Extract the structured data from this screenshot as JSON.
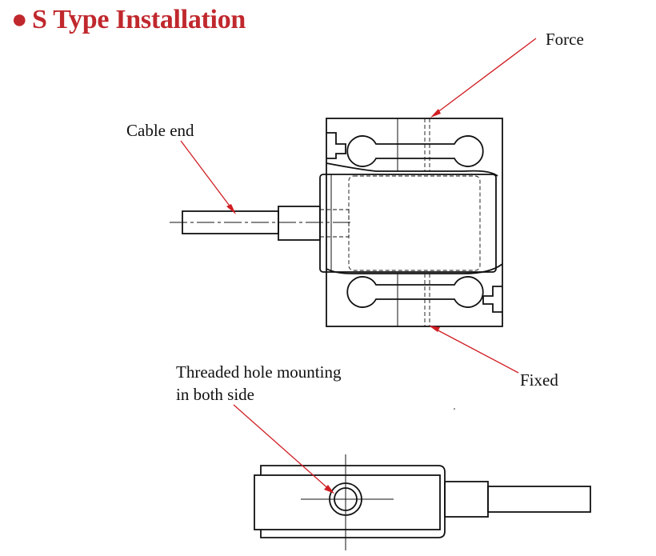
{
  "title": "S Type Installation",
  "title_bullet": "●",
  "colors": {
    "title": "#c0282d",
    "leader": "#d01e24",
    "line": "#111111"
  },
  "labels": {
    "force": "Force",
    "cable_end": "Cable end",
    "fixed": "Fixed",
    "threaded_hole_line1": "Threaded hole mounting",
    "threaded_hole_line2": "in both side"
  }
}
